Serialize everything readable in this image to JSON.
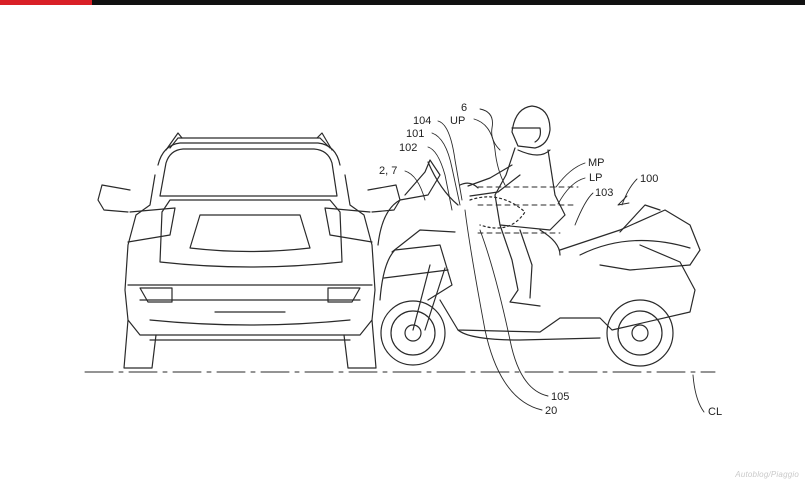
{
  "header": {
    "accent_color": "#d92027",
    "bar_color": "#111111"
  },
  "figure": {
    "labels": {
      "l6": "6",
      "l104": "104",
      "lUP": "UP",
      "l101": "101",
      "l102": "102",
      "l27": "2, 7",
      "lMP": "MP",
      "lLP": "LP",
      "l103": "103",
      "l100": "100",
      "l105": "105",
      "l20": "20",
      "lCL": "CL"
    }
  },
  "watermark": "Autoblog/Piaggio"
}
